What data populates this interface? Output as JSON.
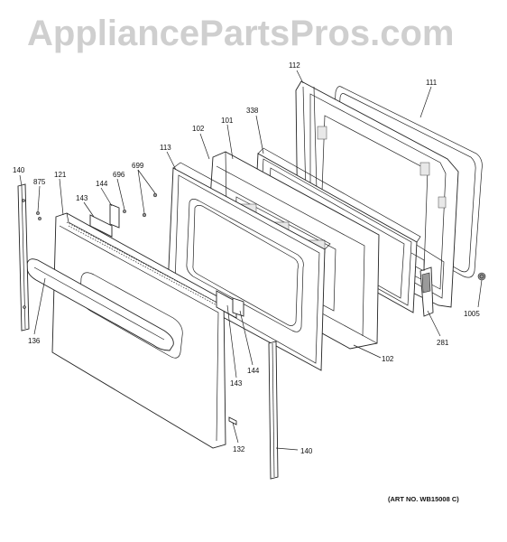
{
  "watermark": "AppliancePartsPros.com",
  "art_number": "(ART NO. WB15008 C)",
  "callouts": [
    {
      "id": "c112",
      "label": "112"
    },
    {
      "id": "c111",
      "label": "111"
    },
    {
      "id": "c338",
      "label": "338"
    },
    {
      "id": "c101",
      "label": "101"
    },
    {
      "id": "c102a",
      "label": "102"
    },
    {
      "id": "c113",
      "label": "113"
    },
    {
      "id": "c699",
      "label": "699"
    },
    {
      "id": "c696",
      "label": "696"
    },
    {
      "id": "c144a",
      "label": "144"
    },
    {
      "id": "c143a",
      "label": "143"
    },
    {
      "id": "c140a",
      "label": "140"
    },
    {
      "id": "c875",
      "label": "875"
    },
    {
      "id": "c121",
      "label": "121"
    },
    {
      "id": "c136",
      "label": "136"
    },
    {
      "id": "c143b",
      "label": "143"
    },
    {
      "id": "c144b",
      "label": "144"
    },
    {
      "id": "c132",
      "label": "132"
    },
    {
      "id": "c140b",
      "label": "140"
    },
    {
      "id": "c102b",
      "label": "102"
    },
    {
      "id": "c281",
      "label": "281"
    },
    {
      "id": "c1005",
      "label": "1005"
    }
  ]
}
